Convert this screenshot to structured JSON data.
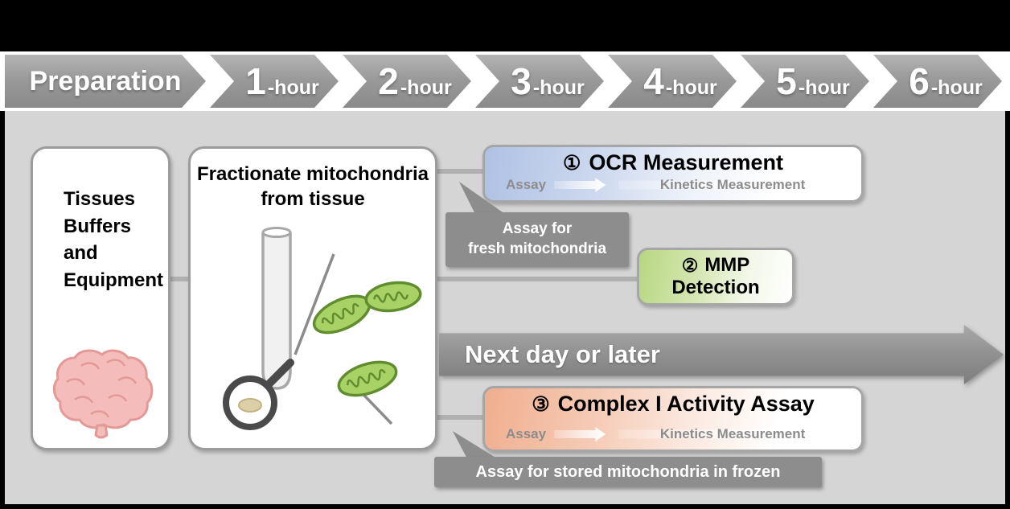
{
  "timeline": {
    "segments": [
      {
        "label": "Preparation"
      },
      {
        "number": "1",
        "suffix": "-hour"
      },
      {
        "number": "2",
        "suffix": "-hour"
      },
      {
        "number": "3",
        "suffix": "-hour"
      },
      {
        "number": "4",
        "suffix": "-hour"
      },
      {
        "number": "5",
        "suffix": "-hour"
      },
      {
        "number": "6",
        "suffix": "-hour"
      }
    ]
  },
  "materials_box": {
    "text": "Tissues\nBuffers\nand\nEquipment"
  },
  "fractionate_box": {
    "title": "Fractionate mitochondria\nfrom tissue"
  },
  "ocr_box": {
    "number": "①",
    "title": "OCR Measurement",
    "assay_label": "Assay",
    "kinetics_label": "Kinetics Measurement"
  },
  "mmp_box": {
    "number": "②",
    "title_line1": "MMP",
    "title_line2": "Detection"
  },
  "next_day_banner": {
    "label": "Next day or later"
  },
  "complex_box": {
    "number": "③",
    "title": "Complex I Activity Assay",
    "assay_label": "Assay",
    "kinetics_label": "Kinetics Measurement"
  },
  "fresh_note": {
    "text": "Assay for\nfresh mitochondria"
  },
  "frozen_note": {
    "text": "Assay for stored mitochondria in frozen"
  },
  "colors": {
    "chevron_gray": "#9a9a9a",
    "content_bg": "#d5d5d5",
    "ocr_accent": "#afc1e4",
    "mmp_accent": "#b7d780",
    "complex_accent": "#f0ae8e",
    "note_gray": "#8d8d8d",
    "banner_gray": "#8e8e8e"
  },
  "icons": {
    "brain": "brain-illustration",
    "test_tube": "test-tube-illustration",
    "magnifier": "magnifying-glass-illustration",
    "mitochondria": "mitochondria-illustration"
  }
}
